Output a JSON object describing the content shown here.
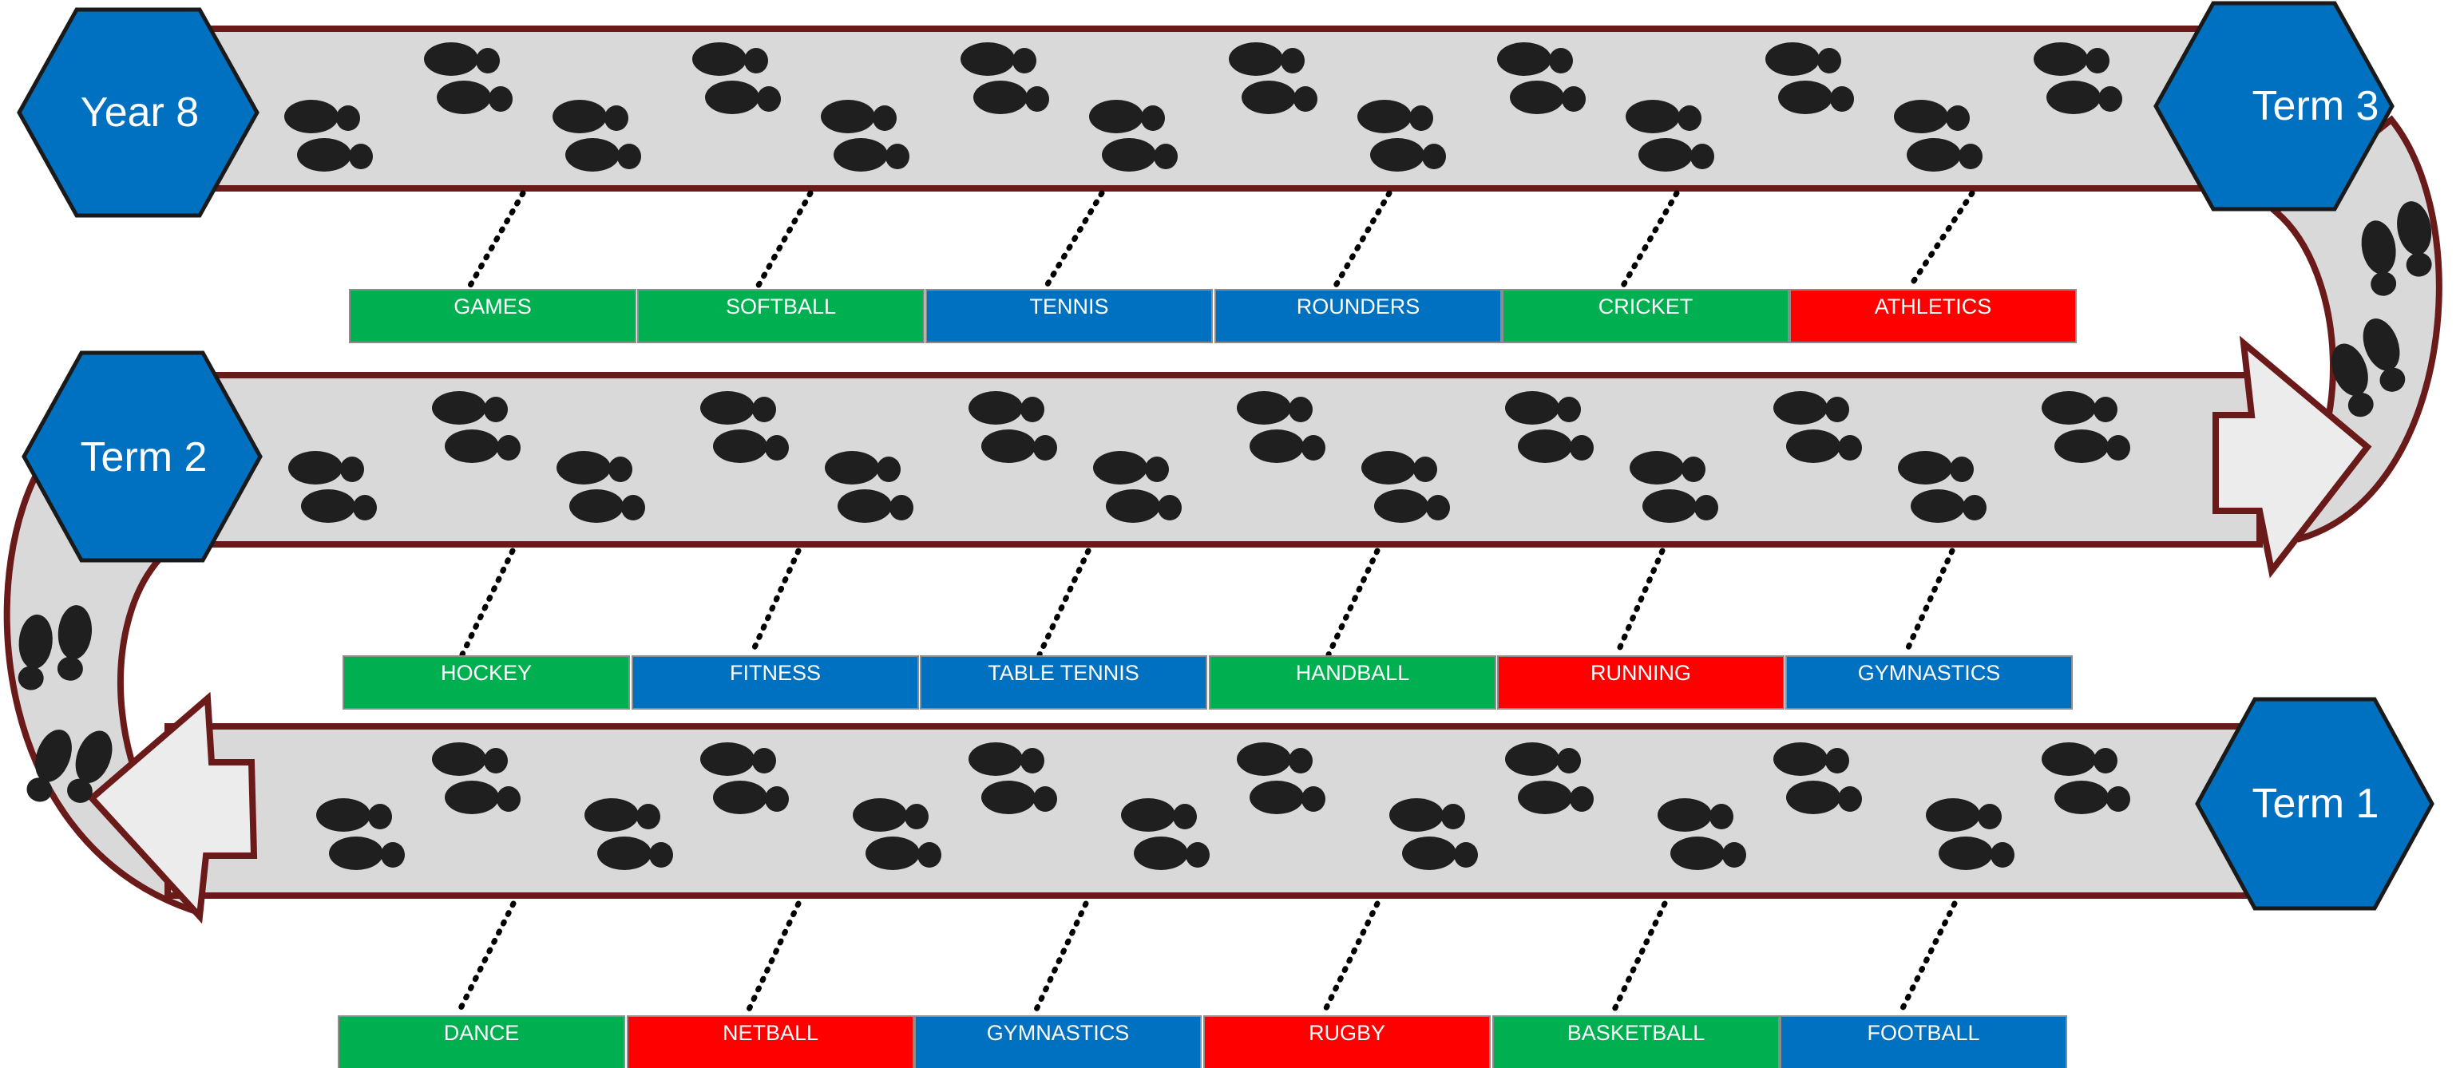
{
  "hexagons": {
    "year": "Year 8",
    "term3": "Term 3",
    "term2": "Term 2",
    "term1": "Term 1"
  },
  "rows": {
    "top": [
      {
        "label": "GAMES",
        "color": "#00b050"
      },
      {
        "label": "SOFTBALL",
        "color": "#00b050"
      },
      {
        "label": "TENNIS",
        "color": "#0070c0"
      },
      {
        "label": "ROUNDERS",
        "color": "#0070c0"
      },
      {
        "label": "CRICKET",
        "color": "#00b050"
      },
      {
        "label": "ATHLETICS",
        "color": "#ff0000"
      }
    ],
    "middle": [
      {
        "label": "HOCKEY",
        "color": "#00b050"
      },
      {
        "label": "FITNESS",
        "color": "#0070c0"
      },
      {
        "label": "TABLE TENNIS",
        "color": "#0070c0"
      },
      {
        "label": "HANDBALL",
        "color": "#00b050"
      },
      {
        "label": "RUNNING",
        "color": "#ff0000"
      },
      {
        "label": "GYMNASTICS",
        "color": "#0070c0"
      }
    ],
    "bottom": [
      {
        "label": "DANCE",
        "color": "#00b050"
      },
      {
        "label": "NETBALL",
        "color": "#ff0000"
      },
      {
        "label": "GYMNASTICS",
        "color": "#0070c0"
      },
      {
        "label": "RUGBY",
        "color": "#ff0000"
      },
      {
        "label": "BASKETBALL",
        "color": "#00b050"
      },
      {
        "label": "FOOTBALL",
        "color": "#0070c0"
      }
    ]
  },
  "colors": {
    "path_fill": "#d9d9d9",
    "path_border": "#6b1a1a",
    "hexagon": "#0070c0",
    "footprint": "#1f1f1f"
  }
}
